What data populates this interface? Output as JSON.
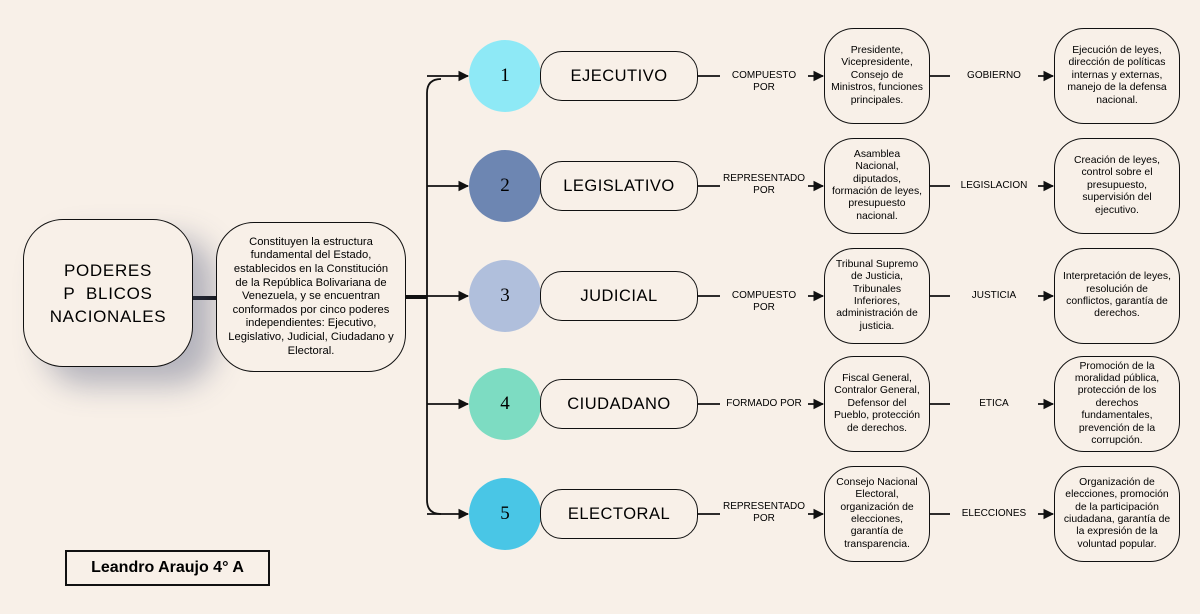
{
  "main": {
    "title_lines": [
      "PODERES",
      "P  BLICOS",
      "NACIONALES"
    ],
    "description": "Constituyen la estructura fundamental del Estado, establecidos en la Constitución de la República Bolivariana de Venezuela, y se encuentran conformados por cinco poderes independientes: Ejecutivo, Legislativo, Judicial, Ciudadano y Electoral."
  },
  "branches": [
    {
      "number": "1",
      "name": "EJECUTIVO",
      "color": "#8ee9f6",
      "connector": "COMPUESTO POR",
      "detail": "Presidente, Vicepresidente, Consejo de Ministros, funciones principales.",
      "function": "GOBIERNO",
      "result": "Ejecución de leyes, dirección de políticas internas y externas, manejo de la defensa nacional."
    },
    {
      "number": "2",
      "name": "LEGISLATIVO",
      "color": "#6d86b2",
      "connector": "REPRESENTADO POR",
      "detail": "Asamblea Nacional, diputados, formación de leyes, presupuesto nacional.",
      "function": "LEGISLACION",
      "result": "Creación de leyes, control sobre el presupuesto, supervisión del ejecutivo."
    },
    {
      "number": "3",
      "name": "JUDICIAL",
      "color": "#b0bfdc",
      "connector": "COMPUESTO POR",
      "detail": "Tribunal Supremo de Justicia, Tribunales Inferiores, administración de justicia.",
      "function": "JUSTICIA",
      "result": "Interpretación de leyes, resolución de conflictos, garantía de derechos."
    },
    {
      "number": "4",
      "name": "CIUDADANO",
      "color": "#7ddcc2",
      "connector": "FORMADO POR",
      "detail": "Fiscal General, Contralor General, Defensor del Pueblo, protección de derechos.",
      "function": "ETICA",
      "result": "Promoción de la moralidad pública, protección de los derechos fundamentales, prevención de la corrupción."
    },
    {
      "number": "5",
      "name": "ELECTORAL",
      "color": "#49c6e6",
      "connector": "REPRESENTADO POR",
      "detail": "Consejo Nacional Electoral, organización de elecciones, garantía de transparencia.",
      "function": "ELECCIONES",
      "result": "Organización de elecciones, promoción de la participación ciudadana, garantía de la expresión de la voluntad popular."
    }
  ],
  "author": "Leandro Araujo 4° A"
}
